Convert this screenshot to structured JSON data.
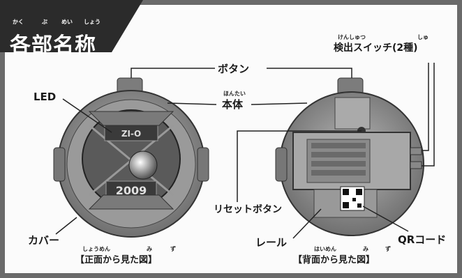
{
  "title": {
    "text": "各部名称",
    "ruby": [
      "かく",
      "ぶ",
      "めい",
      "しょう"
    ]
  },
  "labels": {
    "button": "ボタン",
    "body": "本体",
    "body_ruby": "ほんたい",
    "led": "LED",
    "detect_switch": "検出スイッチ(2種)",
    "detect_ruby_1": "けんしゅつ",
    "detect_ruby_2": "しゅ",
    "reset_button": "リセットボタン",
    "cover": "カバー",
    "rail": "レール",
    "qr_code": "QRコード"
  },
  "captions": {
    "front": "【正面から見た図】",
    "front_ruby_1": "しょうめん",
    "front_ruby_2": "み",
    "front_ruby_3": "ず",
    "back": "【背面から見た図】",
    "back_ruby_1": "はいめん",
    "back_ruby_2": "み",
    "back_ruby_3": "ず"
  },
  "device_face": {
    "top_text": "ZI-O",
    "year_text": "2009"
  },
  "colors": {
    "frame": "#6a6a6a",
    "title_tab": "#2b2b2b",
    "device": "#8c8c8c",
    "device_dark": "#4a4a4a"
  }
}
